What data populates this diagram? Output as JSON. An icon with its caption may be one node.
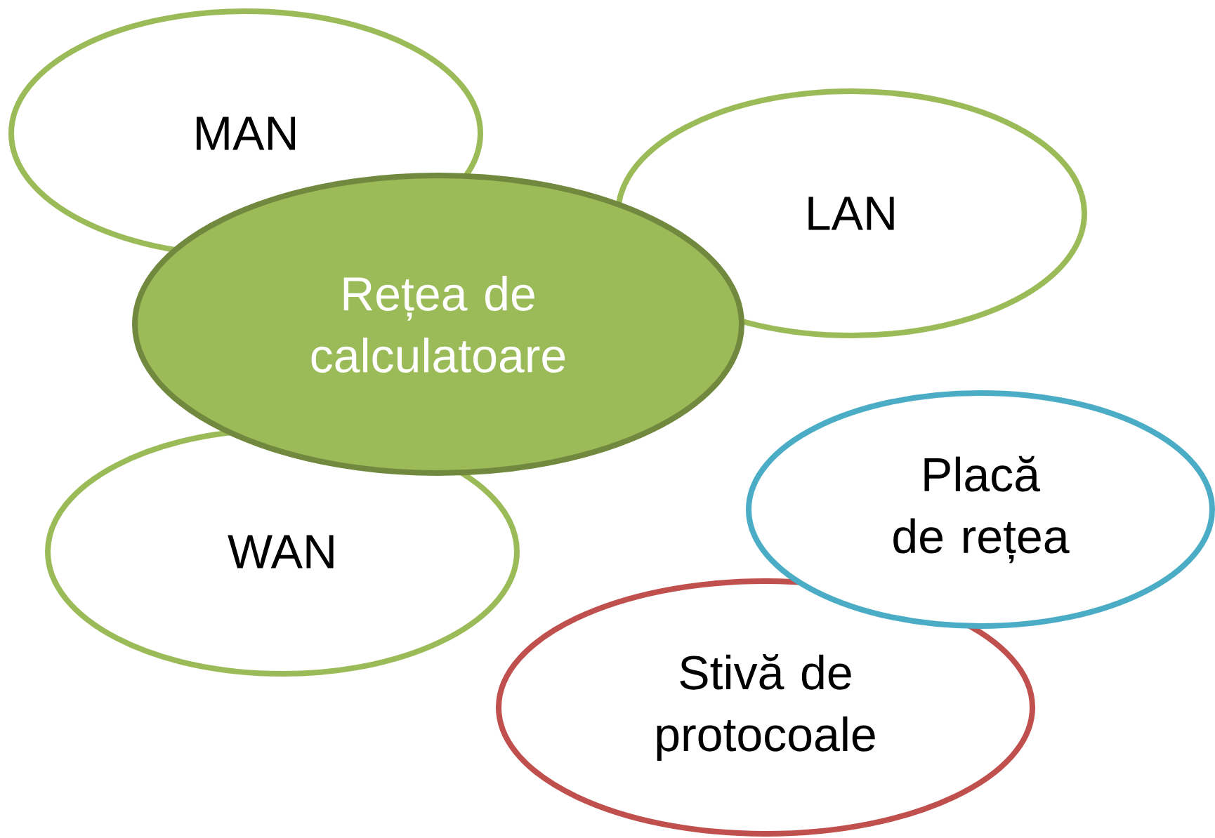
{
  "diagram": {
    "nodes": [
      {
        "text": [
          "MAN"
        ]
      },
      {
        "text": [
          "LAN"
        ]
      },
      {
        "text": [
          "Rețea de calculatoare"
        ]
      },
      {
        "text": [
          "WAN"
        ]
      },
      {
        "text": [
          "Placă de rețea"
        ]
      },
      {
        "text": [
          "Stivă de protocoale"
        ]
      }
    ]
  }
}
